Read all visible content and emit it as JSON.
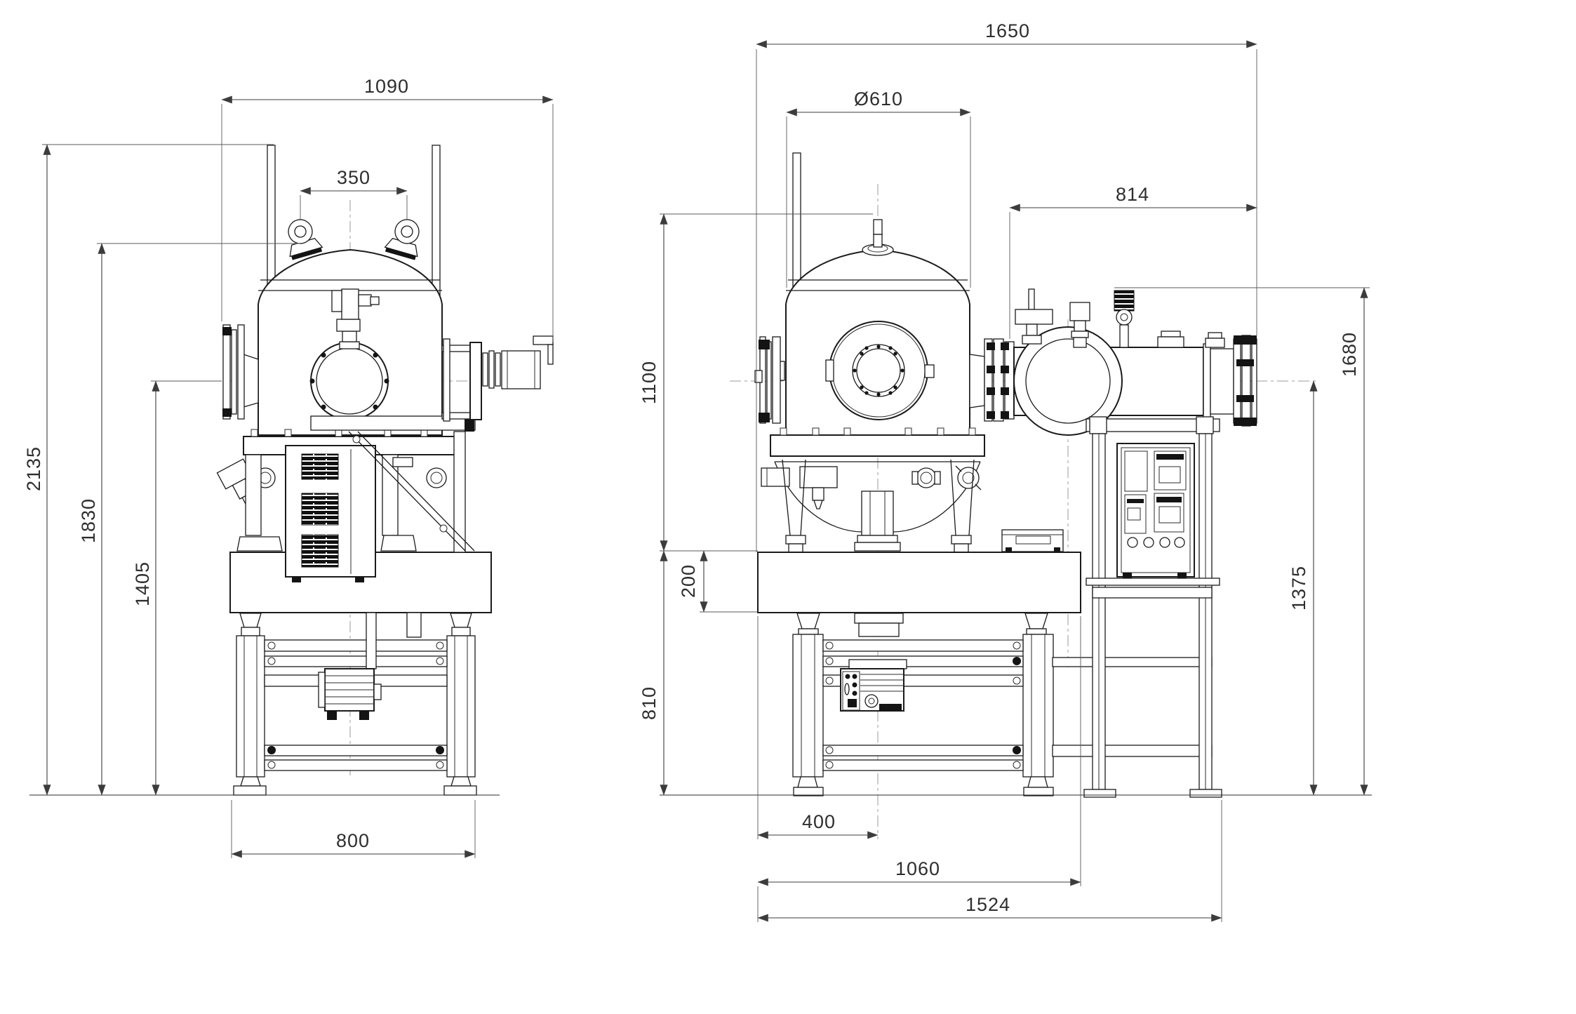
{
  "drawing": {
    "type": "engineering-2view-drawing",
    "subject": "vacuum chamber system with support frame, pump and control cabinet",
    "units": "mm",
    "colors": {
      "line": "#1b1b1b",
      "dim_text": "#2e2e2e",
      "centerline": "#9b9b9b",
      "background": "#ffffff"
    },
    "views": {
      "side_view": {
        "dimensions": {
          "overall_width": "1090",
          "lifting_lug_spacing": "350",
          "overall_height": "2135",
          "height_to_dome_top": "1830",
          "height_to_port_axis": "1405",
          "frame_width": "800"
        }
      },
      "front_view": {
        "dimensions": {
          "overall_width": "1650",
          "chamber_diameter": "Ø610",
          "tube_assembly_length": "814",
          "stem_top_to_baseplate": "1100",
          "baseplate_thickness": "200",
          "baseplate_top_to_floor": "810",
          "height_to_instrument_top": "1680",
          "height_to_tube_axis": "1375",
          "plate_edge_to_chamber_center": "400",
          "baseplate_width": "1060",
          "overall_width_with_stand": "1524"
        }
      }
    }
  }
}
